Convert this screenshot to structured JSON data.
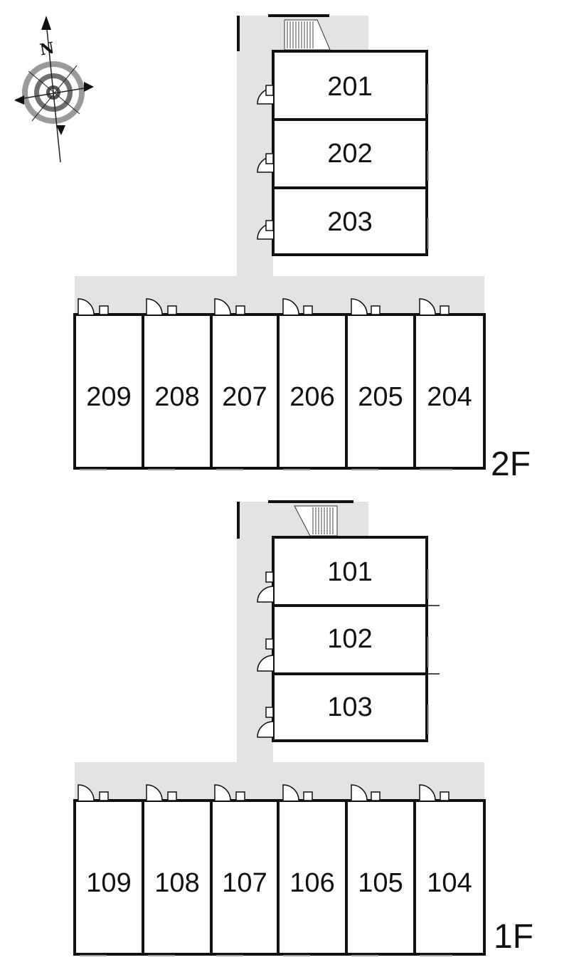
{
  "compass": {
    "north_letter": "N",
    "icon": "compass-rose-icon"
  },
  "floors": [
    {
      "id": "2F",
      "label": "2F",
      "units_column": [
        "201",
        "202",
        "203"
      ],
      "units_row": [
        "209",
        "208",
        "207",
        "206",
        "205",
        "204"
      ]
    },
    {
      "id": "1F",
      "label": "1F",
      "units_column": [
        "101",
        "102",
        "103"
      ],
      "units_row": [
        "109",
        "108",
        "107",
        "106",
        "105",
        "104"
      ]
    }
  ],
  "colors": {
    "corridor": "#e3e3e3",
    "wall": "#111111",
    "background": "#ffffff"
  }
}
